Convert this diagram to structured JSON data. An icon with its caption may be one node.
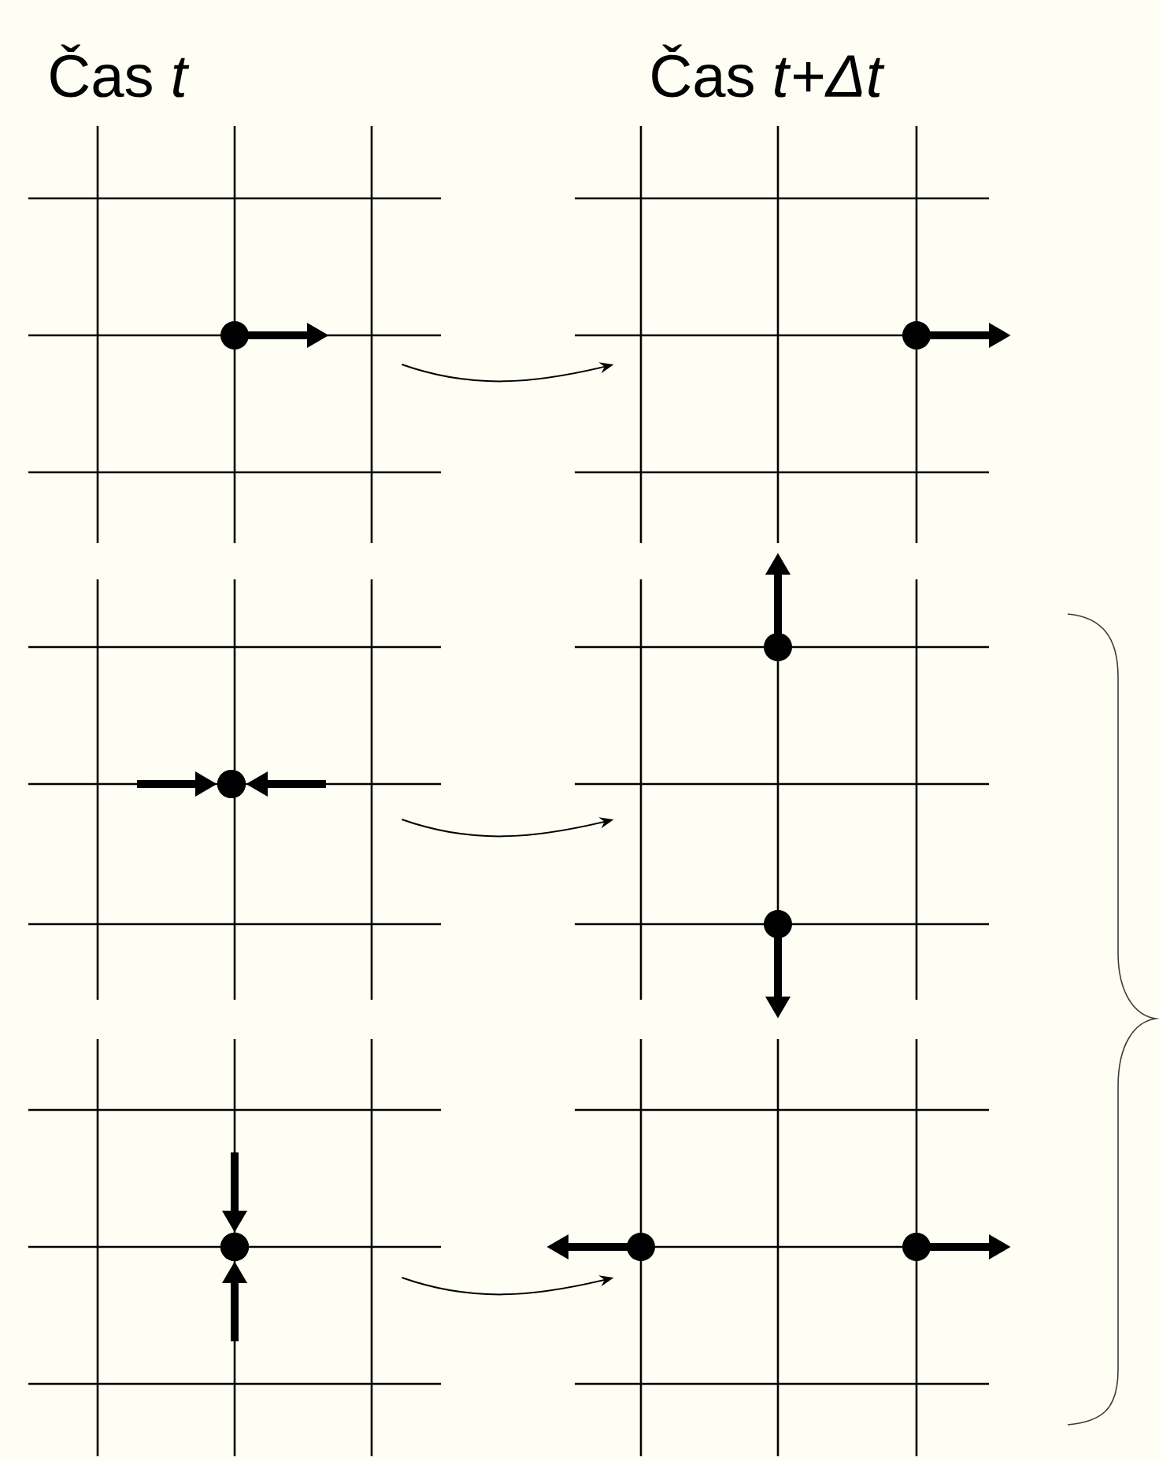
{
  "diagram": {
    "nodes": [
      {
        "text": [],
        "shape": "grid"
      },
      {
        "text": [],
        "shape": "grid"
      },
      {
        "text": [],
        "shape": "grid"
      },
      {
        "text": [],
        "shape": "grid"
      },
      {
        "text": [],
        "shape": "grid"
      },
      {
        "text": [],
        "shape": "grid"
      }
    ],
    "edges": [
      {
        "from": 0,
        "to": 1,
        "arrow": "to"
      },
      {
        "from": 2,
        "to": 3,
        "arrow": "to"
      },
      {
        "from": 4,
        "to": 5,
        "arrow": "to"
      }
    ],
    "labels": [
      "Čas *t*",
      "Čas *t*+*Δt*"
    ]
  }
}
